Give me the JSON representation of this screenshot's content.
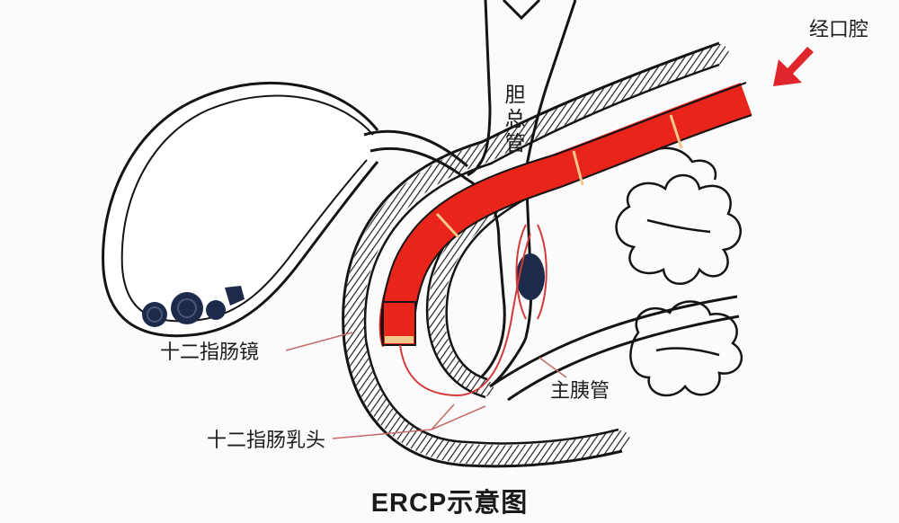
{
  "title": "ERCP示意图",
  "labels": {
    "oral": "经口腔",
    "common_bile_duct": [
      "胆",
      "总",
      "管"
    ],
    "duodenoscope": "十二指肠镜",
    "main_pancreatic_duct": "主胰管",
    "duodenal_papilla": "十二指肠乳头"
  },
  "colors": {
    "scope": "#e8241b",
    "scope_ring": "#f3c88c",
    "arrow": "#e0262c",
    "line": "#141414",
    "stone": "#1d2a4a",
    "pointer": "#c46a6a"
  }
}
